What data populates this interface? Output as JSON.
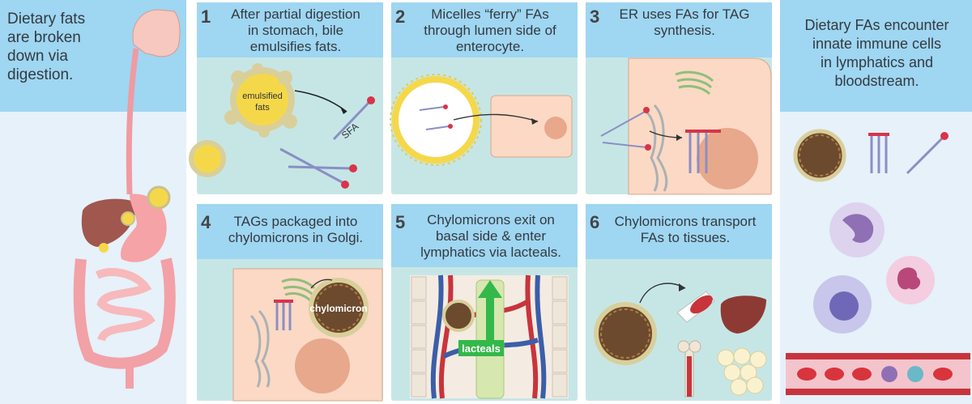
{
  "left_panel": {
    "text": [
      "Dietary fats",
      "are broken",
      "down via",
      "digestion."
    ]
  },
  "steps": [
    {
      "number": "1",
      "lines": [
        "After partial digestion",
        "in stomach, bile",
        "emulsifies fats."
      ]
    },
    {
      "number": "2",
      "lines": [
        "Micelles “ferry” FAs",
        "through lumen side of",
        "enterocyte."
      ]
    },
    {
      "number": "3",
      "lines": [
        "ER uses FAs for TAG",
        "synthesis."
      ]
    },
    {
      "number": "4",
      "lines": [
        "TAGs packaged into",
        "chylomicrons in Golgi."
      ]
    },
    {
      "number": "5",
      "lines": [
        "Chylomicrons exit on",
        "basal side & enter",
        "lymphatics via lacteals."
      ]
    },
    {
      "number": "6",
      "lines": [
        "Chylomicrons transport",
        "FAs to tissues."
      ]
    }
  ],
  "right_panel": {
    "text": [
      "Dietary FAs encounter",
      "innate immune cells",
      "in lymphatics and",
      "bloodstream."
    ]
  },
  "labels": {
    "emulsified": [
      "emulsified",
      "fats"
    ],
    "sfa": "SFA",
    "chylomicron": "chylomicron",
    "lacteals": "lacteals"
  },
  "colors": {
    "header": "#9fd6f2",
    "panel": "#c6e6e6",
    "cell": "#fbd9c4",
    "nucleus": "#e8a88c",
    "fat_yellow": "#f5d84a",
    "fatty_acid_head": "#d8344a",
    "fatty_acid_tail": "#8a8fc4"
  }
}
